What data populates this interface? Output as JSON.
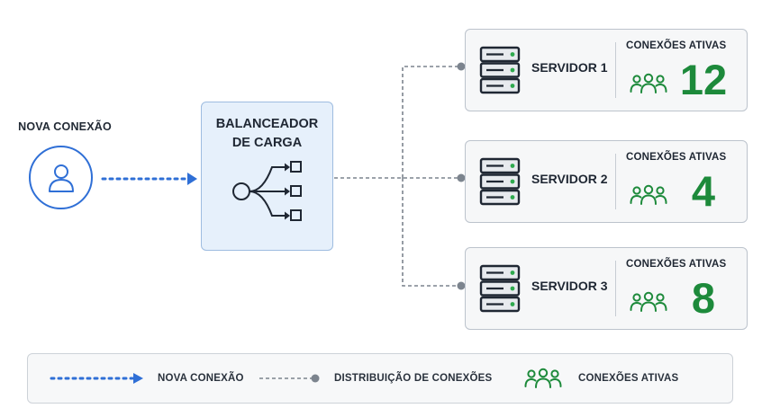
{
  "client": {
    "label": "NOVA CONEXÃO",
    "icon": "user-icon"
  },
  "load_balancer": {
    "title": "BALANCEADOR\nDE CARGA",
    "icon": "distribution-icon"
  },
  "servers": [
    {
      "name": "SERVIDOR 1",
      "active_label": "CONEXÕES ATIVAS",
      "active_count": "12"
    },
    {
      "name": "SERVIDOR 2",
      "active_label": "CONEXÕES ATIVAS",
      "active_count": "4"
    },
    {
      "name": "SERVIDOR 3",
      "active_label": "CONEXÕES ATIVAS",
      "active_count": "8"
    }
  ],
  "legend": {
    "new_connection": "NOVA CONEXÃO",
    "distribution": "DISTRIBUIÇÃO DE CONEXÕES",
    "active_connections": "CONEXÕES ATIVAS"
  },
  "colors": {
    "blue": "#2f6fd6",
    "green": "#1d8a3b",
    "gray_line": "#7c848e",
    "lb_fill": "#e6f0fb"
  }
}
